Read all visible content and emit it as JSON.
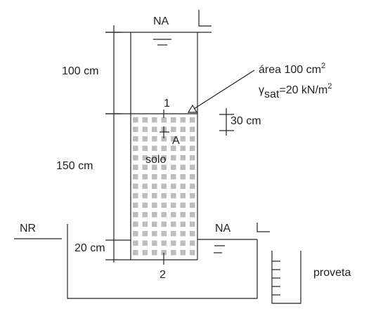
{
  "labels": {
    "na_top": "NA",
    "na_right": "NA",
    "nr": "NR",
    "dim_100": "100 cm",
    "dim_150": "150 cm",
    "dim_20": "20 cm",
    "dim_30": "30 cm",
    "point_1": "1",
    "point_2": "2",
    "point_a": "A",
    "solo": "solo",
    "area_prefix": "área 100 cm",
    "area_sup": "2",
    "gamma_symbol": "γ",
    "gamma_sub": "sat",
    "gamma_value": "=20 kN/m",
    "gamma_sup": "2",
    "proveta": "proveta"
  },
  "colors": {
    "line": "#222222",
    "soil_pattern": "#bdbdbd",
    "background": "#ffffff"
  },
  "icons": {
    "water_level_marker": "water-level-triangle"
  }
}
